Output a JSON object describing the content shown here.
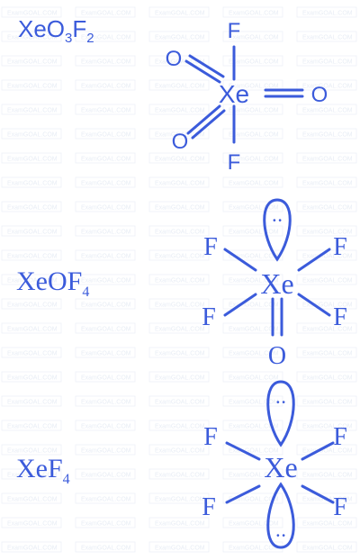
{
  "watermark": {
    "text": "ExamGOAL.COM"
  },
  "colors": {
    "ink": "#3b5bdb",
    "watermark": "#e8edf5"
  },
  "molecules": [
    {
      "formula": {
        "base": "XeO",
        "sub1": "3",
        "mid": "F",
        "sub2": "2"
      },
      "center": "Xe",
      "atoms": {
        "top": "F",
        "bottom": "F",
        "upper_left": "O",
        "lower_left": "O",
        "right": "O"
      }
    },
    {
      "formula": {
        "base": "XeOF",
        "sub1": "4"
      },
      "center": "Xe",
      "lone_pair_dots": "• •",
      "atoms": {
        "upper_left": "F",
        "upper_right": "F",
        "lower_left": "F",
        "lower_right": "F",
        "bottom": "O"
      }
    },
    {
      "formula": {
        "base": "XeF",
        "sub1": "4"
      },
      "center": "Xe",
      "lone_pair_dots_top": "• •",
      "lone_pair_dots_bottom": "• •",
      "atoms": {
        "upper_left": "F",
        "upper_right": "F",
        "lower_left": "F",
        "lower_right": "F"
      }
    }
  ]
}
